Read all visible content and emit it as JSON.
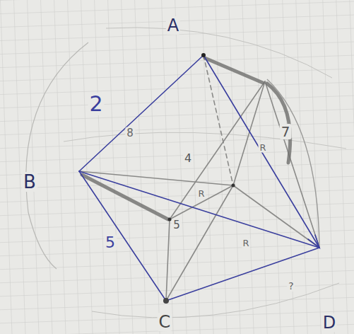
{
  "diagram": {
    "labels": [
      "A",
      "B",
      "C",
      "D",
      "2",
      "5",
      "7",
      "4",
      "5",
      "R",
      "R",
      "R",
      "8",
      "?"
    ]
  }
}
